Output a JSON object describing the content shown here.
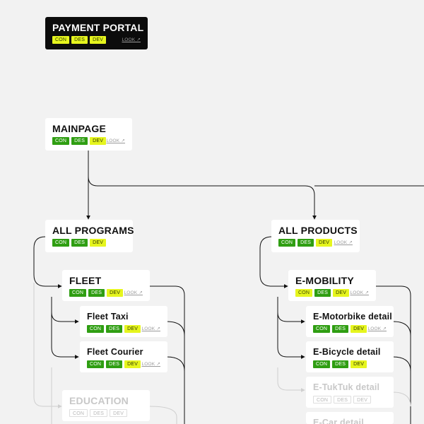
{
  "arrow_label": "LOOK ↗",
  "tag_labels": {
    "con": "CON",
    "des": "DES",
    "dev": "DEV"
  },
  "nodes": {
    "payment_portal": {
      "title": "PAYMENT PORTAL"
    },
    "mainpage": {
      "title": "MAINPAGE"
    },
    "all_programs": {
      "title": "ALL PROGRAMS"
    },
    "all_products": {
      "title": "ALL PRODUCTS"
    },
    "fleet": {
      "title": "FLEET"
    },
    "fleet_taxi": {
      "title": "Fleet Taxi"
    },
    "fleet_courier": {
      "title": "Fleet Courier"
    },
    "education": {
      "title": "EDUCATION"
    },
    "e_mobility": {
      "title": "E-MOBILITY"
    },
    "e_motorbike": {
      "title": "E-Motorbike detail"
    },
    "e_bicycle": {
      "title": "E-Bicycle detail"
    },
    "e_tuktuk": {
      "title": "E-TukTuk detail"
    },
    "e_car": {
      "title": "E-Car detail"
    }
  },
  "colors": {
    "background": "#f2f2f2",
    "card": "#ffffff",
    "dark_card": "#0c0c0c",
    "tag_done": "#2f9e12",
    "tag_in_progress": "#e6f51e",
    "connector": "#111111",
    "connector_muted": "#cfcfcf"
  }
}
